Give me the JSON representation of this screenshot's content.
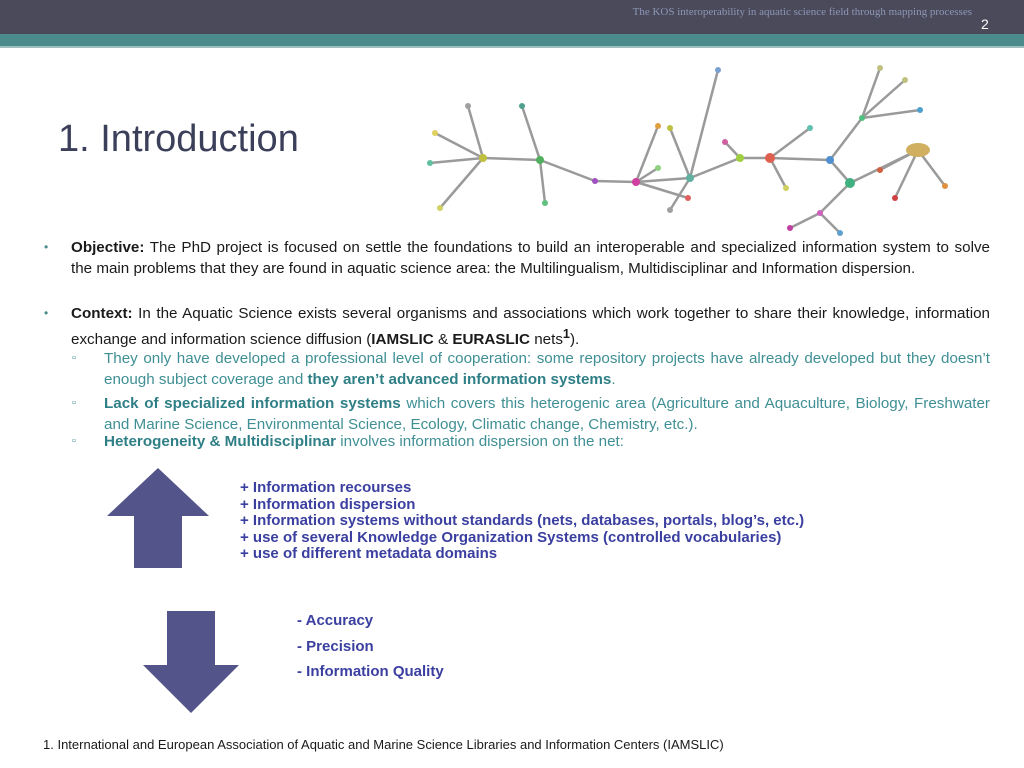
{
  "header": {
    "title": "The KOS interoperability in aquatic science field through mapping processes",
    "page_number": "2"
  },
  "slide": {
    "title": "1. Introduction"
  },
  "bullets": [
    {
      "label": "Objective:",
      "text": "The PhD project is focused on settle the foundations to build an interoperable and specialized information system to solve the main problems that they are found in aquatic science area: the Multilingualism, Multidisciplinar and Information dispersion."
    },
    {
      "label": "Context:",
      "text_before": "In the Aquatic Science exists several organisms and associations which work together to share their knowledge, information exchange and information science diffusion (",
      "iamslic": "IAMSLIC",
      "amp": "&",
      "euraslic": "EURASLIC",
      "nets": "nets",
      "sup": "1",
      "close": ")."
    }
  ],
  "sub_bullets": [
    {
      "text": "They only have developed a professional level of cooperation: some repository projects have already developed but they doesn’t enough subject coverage and ",
      "bold": "they aren’t advanced information systems",
      "tail": "."
    },
    {
      "bold": "Lack of specialized information systems",
      "text": " which covers this heterogenic area (Agriculture and Aquaculture, Biology, Freshwater and Marine Science, Environmental Science, Ecology, Climatic change, Chemistry, etc.)."
    },
    {
      "bold": "Heterogeneity  & Multidisciplinar",
      "text": " involves information dispersion on the net:"
    }
  ],
  "plus_items": [
    "+ Information recourses",
    "+ Information dispersion",
    "+ Information systems without standards (nets, databases, portals, blog’s, etc.)",
    "+ use of several Knowledge Organization Systems (controlled vocabularies)",
    "+ use of different metadata domains"
  ],
  "minus_items": [
    "- Accuracy",
    "- Precision",
    "- Information Quality"
  ],
  "footnote": "1. International and European Association of Aquatic and Marine Science Libraries and Information Centers (IAMSLIC)",
  "colors": {
    "topbar": "#4a4a5a",
    "teal": "#4b8b8c",
    "title": "#3b3f5a",
    "arrow": "#52548a",
    "list": "#3a3fa0",
    "sub_text": "#3f8f94"
  },
  "icons": {
    "graph": "network-graph-image",
    "increase": "up-arrow-icon",
    "decrease": "down-arrow-icon"
  }
}
